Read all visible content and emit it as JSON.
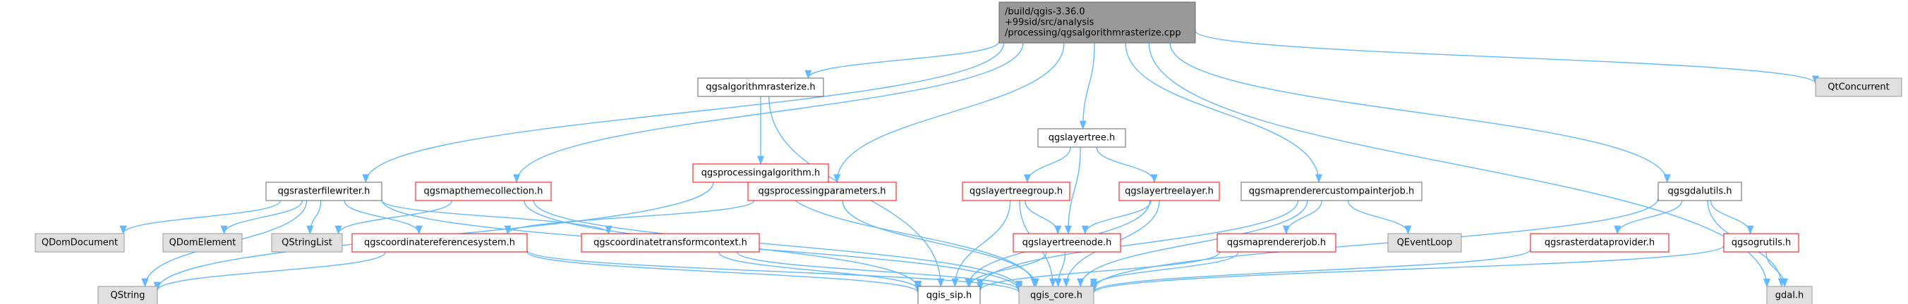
{
  "diagram": {
    "type": "include-dependency-graph",
    "colors": {
      "edge": "#63b8ff",
      "root_fill": "#999999",
      "root_stroke": "#666666",
      "normal_fill": "#ffffff",
      "normal_stroke": "#666666",
      "red_stroke": "#ff0000",
      "external_fill": "#e0e0e0",
      "external_stroke": "#999999",
      "text": "#000000"
    },
    "nodes": [
      {
        "id": "root",
        "style": "root",
        "lines": [
          "/build/qgis-3.36.0",
          "+99sid/src/analysis",
          "/processing/qgsalgorithmrasterize.cpp"
        ]
      },
      {
        "id": "qgsalgorithmrasterize_h",
        "style": "normal",
        "lines": [
          "qgsalgorithmrasterize.h"
        ]
      },
      {
        "id": "qgslayertree_h",
        "style": "normal",
        "lines": [
          "qgslayertree.h"
        ]
      },
      {
        "id": "qtconcurrent",
        "style": "external",
        "lines": [
          "QtConcurrent"
        ]
      },
      {
        "id": "qgsprocessingalgorithm_h",
        "style": "red",
        "lines": [
          "qgsprocessingalgorithm.h"
        ]
      },
      {
        "id": "qgsrasterfilewriter_h",
        "style": "normal",
        "lines": [
          "qgsrasterfilewriter.h"
        ]
      },
      {
        "id": "qgsmapthemecollection_h",
        "style": "red",
        "lines": [
          "qgsmapthemecollection.h"
        ]
      },
      {
        "id": "qgsprocessingparameters_h",
        "style": "red",
        "lines": [
          "qgsprocessingparameters.h"
        ]
      },
      {
        "id": "qgslayertreegroup_h",
        "style": "red",
        "lines": [
          "qgslayertreegroup.h"
        ]
      },
      {
        "id": "qgslayertreelayer_h",
        "style": "red",
        "lines": [
          "qgslayertreelayer.h"
        ]
      },
      {
        "id": "qgsmaprenderercustompainterjob_h",
        "style": "normal",
        "lines": [
          "qgsmaprenderercustompainterjob.h"
        ]
      },
      {
        "id": "qgsgdalutils_h",
        "style": "normal",
        "lines": [
          "qgsgdalutils.h"
        ]
      },
      {
        "id": "qdomdocument",
        "style": "external",
        "lines": [
          "QDomDocument"
        ]
      },
      {
        "id": "qdomelement",
        "style": "external",
        "lines": [
          "QDomElement"
        ]
      },
      {
        "id": "qstringlist",
        "style": "external",
        "lines": [
          "QStringList"
        ]
      },
      {
        "id": "qgscoordinatereferencesystem_h",
        "style": "red",
        "lines": [
          "qgscoordinatereferencesystem.h"
        ]
      },
      {
        "id": "qgscoordinatetransformcontext_h",
        "style": "red",
        "lines": [
          "qgscoordinatetransformcontext.h"
        ]
      },
      {
        "id": "qgslayertreenode_h",
        "style": "red",
        "lines": [
          "qgslayertreenode.h"
        ]
      },
      {
        "id": "qgsmaprendererjob_h",
        "style": "red",
        "lines": [
          "qgsmaprendererjob.h"
        ]
      },
      {
        "id": "qeventloop",
        "style": "external",
        "lines": [
          "QEventLoop"
        ]
      },
      {
        "id": "qgsrasterdataprovider_h",
        "style": "red",
        "lines": [
          "qgsrasterdataprovider.h"
        ]
      },
      {
        "id": "qgsogrutils_h",
        "style": "red",
        "lines": [
          "qgsogrutils.h"
        ]
      },
      {
        "id": "qstring",
        "style": "external",
        "lines": [
          "QString"
        ]
      },
      {
        "id": "qgis_sip_h",
        "style": "normal",
        "lines": [
          "qgis_sip.h"
        ]
      },
      {
        "id": "qgis_core_h",
        "style": "external",
        "lines": [
          "qgis_core.h"
        ]
      },
      {
        "id": "gdal_h",
        "style": "external",
        "lines": [
          "gdal.h"
        ]
      }
    ],
    "edges": [
      [
        "root",
        "qgsalgorithmrasterize_h"
      ],
      [
        "root",
        "qgslayertree_h"
      ],
      [
        "root",
        "qtconcurrent"
      ],
      [
        "root",
        "qgsrasterfilewriter_h"
      ],
      [
        "root",
        "qgsmapthemecollection_h"
      ],
      [
        "root",
        "qgsprocessingparameters_h"
      ],
      [
        "root",
        "qgsmaprenderercustompainterjob_h"
      ],
      [
        "root",
        "qgsgdalutils_h"
      ],
      [
        "root",
        "gdal_h"
      ],
      [
        "qgsalgorithmrasterize_h",
        "qgsprocessingalgorithm_h"
      ],
      [
        "qgsalgorithmrasterize_h",
        "qgis_sip_h"
      ],
      [
        "qgsprocessingalgorithm_h",
        "qgsprocessingparameters_h"
      ],
      [
        "qgsprocessingalgorithm_h",
        "qstring"
      ],
      [
        "qgsprocessingalgorithm_h",
        "qgis_core_h"
      ],
      [
        "qgsprocessingparameters_h",
        "qgscoordinatereferencesystem_h"
      ],
      [
        "qgsprocessingparameters_h",
        "qgis_core_h"
      ],
      [
        "qgsrasterfilewriter_h",
        "qdomdocument"
      ],
      [
        "qgsrasterfilewriter_h",
        "qdomelement"
      ],
      [
        "qgsrasterfilewriter_h",
        "qstringlist"
      ],
      [
        "qgsrasterfilewriter_h",
        "qstring"
      ],
      [
        "qgsrasterfilewriter_h",
        "qgscoordinatereferencesystem_h"
      ],
      [
        "qgsrasterfilewriter_h",
        "qgscoordinatetransformcontext_h"
      ],
      [
        "qgsrasterfilewriter_h",
        "qgis_core_h"
      ],
      [
        "qgsmapthemecollection_h",
        "qstringlist"
      ],
      [
        "qgsmapthemecollection_h",
        "qgis_sip_h"
      ],
      [
        "qgsmapthemecollection_h",
        "qgis_core_h"
      ],
      [
        "qgscoordinatereferencesystem_h",
        "qstring"
      ],
      [
        "qgscoordinatereferencesystem_h",
        "qgis_sip_h"
      ],
      [
        "qgscoordinatereferencesystem_h",
        "qgis_core_h"
      ],
      [
        "qgscoordinatetransformcontext_h",
        "qgis_sip_h"
      ],
      [
        "qgscoordinatetransformcontext_h",
        "qgis_core_h"
      ],
      [
        "qgslayertree_h",
        "qgslayertreegroup_h"
      ],
      [
        "qgslayertree_h",
        "qgslayertreelayer_h"
      ],
      [
        "qgslayertree_h",
        "qgslayertreenode_h"
      ],
      [
        "qgslayertreegroup_h",
        "qgslayertreenode_h"
      ],
      [
        "qgslayertreegroup_h",
        "qgis_sip_h"
      ],
      [
        "qgslayertreegroup_h",
        "qgis_core_h"
      ],
      [
        "qgslayertreelayer_h",
        "qgslayertreenode_h"
      ],
      [
        "qgslayertreelayer_h",
        "qgis_sip_h"
      ],
      [
        "qgslayertreelayer_h",
        "qgis_core_h"
      ],
      [
        "qgslayertreenode_h",
        "qgis_sip_h"
      ],
      [
        "qgslayertreenode_h",
        "qgis_core_h"
      ],
      [
        "qgsmaprenderercustompainterjob_h",
        "qgsmaprendererjob_h"
      ],
      [
        "qgsmaprenderercustompainterjob_h",
        "qeventloop"
      ],
      [
        "qgsmaprenderercustompainterjob_h",
        "qgis_sip_h"
      ],
      [
        "qgsmaprenderercustompainterjob_h",
        "qgis_core_h"
      ],
      [
        "qgsmaprendererjob_h",
        "qgis_sip_h"
      ],
      [
        "qgsmaprendererjob_h",
        "qgis_core_h"
      ],
      [
        "qgsgdalutils_h",
        "qgsrasterdataprovider_h"
      ],
      [
        "qgsgdalutils_h",
        "qgsogrutils_h"
      ],
      [
        "qgsgdalutils_h",
        "gdal_h"
      ],
      [
        "qgsgdalutils_h",
        "qgis_core_h"
      ],
      [
        "qgsrasterdataprovider_h",
        "qgis_core_h"
      ],
      [
        "qgsogrutils_h",
        "gdal_h"
      ],
      [
        "qgsogrutils_h",
        "qgis_core_h"
      ]
    ]
  }
}
